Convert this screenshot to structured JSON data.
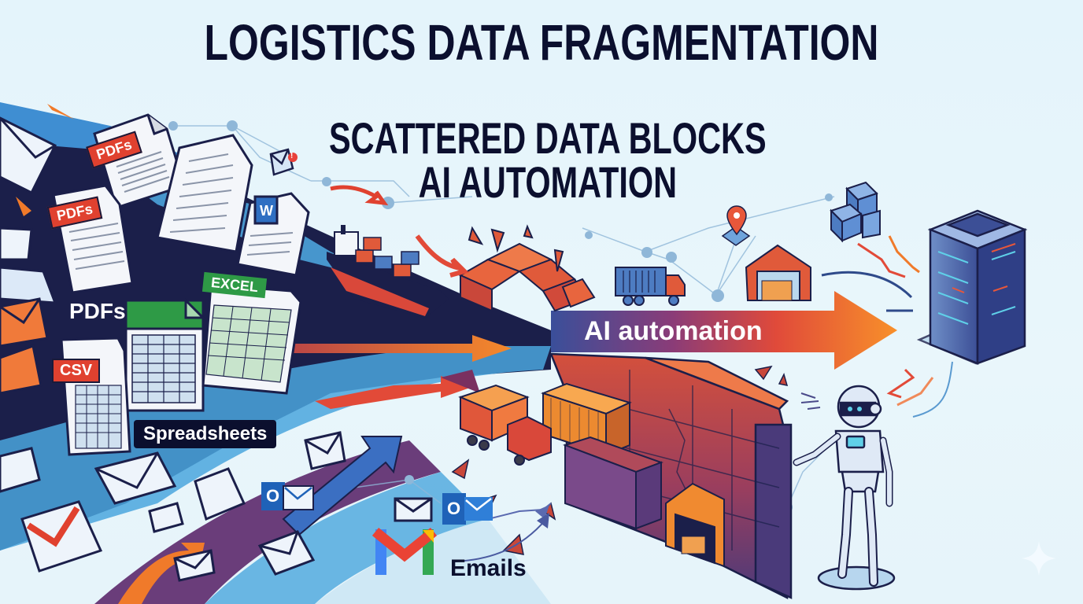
{
  "header": {
    "title": "LOGISTICS DATA FRAGMENTATION",
    "subtitle_line1": "SCATTERED DATA BLOCKS",
    "subtitle_line2": "AI AUTOMATION"
  },
  "left_sources": {
    "pdf_tag_1": "PDFs",
    "pdf_tag_2": "PDFs",
    "word_icon_glyph": "W",
    "pdf_label": "PDFs",
    "csv_tag": "CSV",
    "excel_tag": "EXCEL",
    "spreadsheets_label": "Spreadsheets",
    "notification_badge": "!"
  },
  "emails": {
    "label": "Emails",
    "outlook_glyph_1": "O",
    "outlook_glyph_2": "O",
    "gmail_glyph": "M"
  },
  "center": {
    "ai_arrow_label": "AI automation"
  },
  "icons": [
    "envelope-icon",
    "pdf-document-icon",
    "word-document-icon",
    "excel-spreadsheet-icon",
    "csv-spreadsheet-icon",
    "gmail-icon",
    "outlook-icon",
    "cargo-ship-icon",
    "truck-icon",
    "map-pin-icon",
    "warehouse-icon",
    "boxes-icon",
    "server-rack-icon",
    "robot-icon",
    "brick-wall-icon",
    "shipping-container-icon",
    "sparkle-icon"
  ],
  "colors": {
    "background": "#e6f4fa",
    "title": "#0b0f2e",
    "navy": "#1b1f4a",
    "accent_red": "#e0412f",
    "accent_orange": "#f58a2a",
    "accent_blue": "#3d7fc4",
    "accent_green": "#2e9a46",
    "brick": "#c9473a",
    "purple": "#6a3d7a"
  }
}
